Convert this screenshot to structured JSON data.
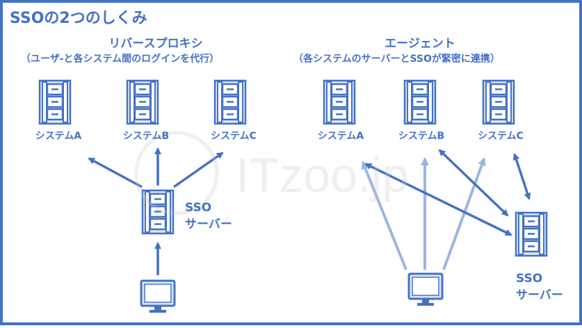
{
  "title": "SSOの2つのしくみ",
  "left": {
    "heading": "リバースプロキシ",
    "subheading": "（ユーザ-と各システム間のログインを代行）",
    "systems": [
      "システムA",
      "システムB",
      "システムC"
    ],
    "sso_line1": "SSO",
    "sso_line2": "サーバー"
  },
  "right": {
    "heading": "エージェント",
    "subheading": "（各システムのサーバーとSSOが緊密に連携）",
    "systems": [
      "システムA",
      "システムB",
      "システムC"
    ],
    "sso_line1": "SSO",
    "sso_line2": "サーバー"
  },
  "watermark": "ITzoo.jp",
  "colors": {
    "accent": "#4472c4",
    "light_arrow": "#9ab5e0",
    "fill": "#dce6f4"
  }
}
